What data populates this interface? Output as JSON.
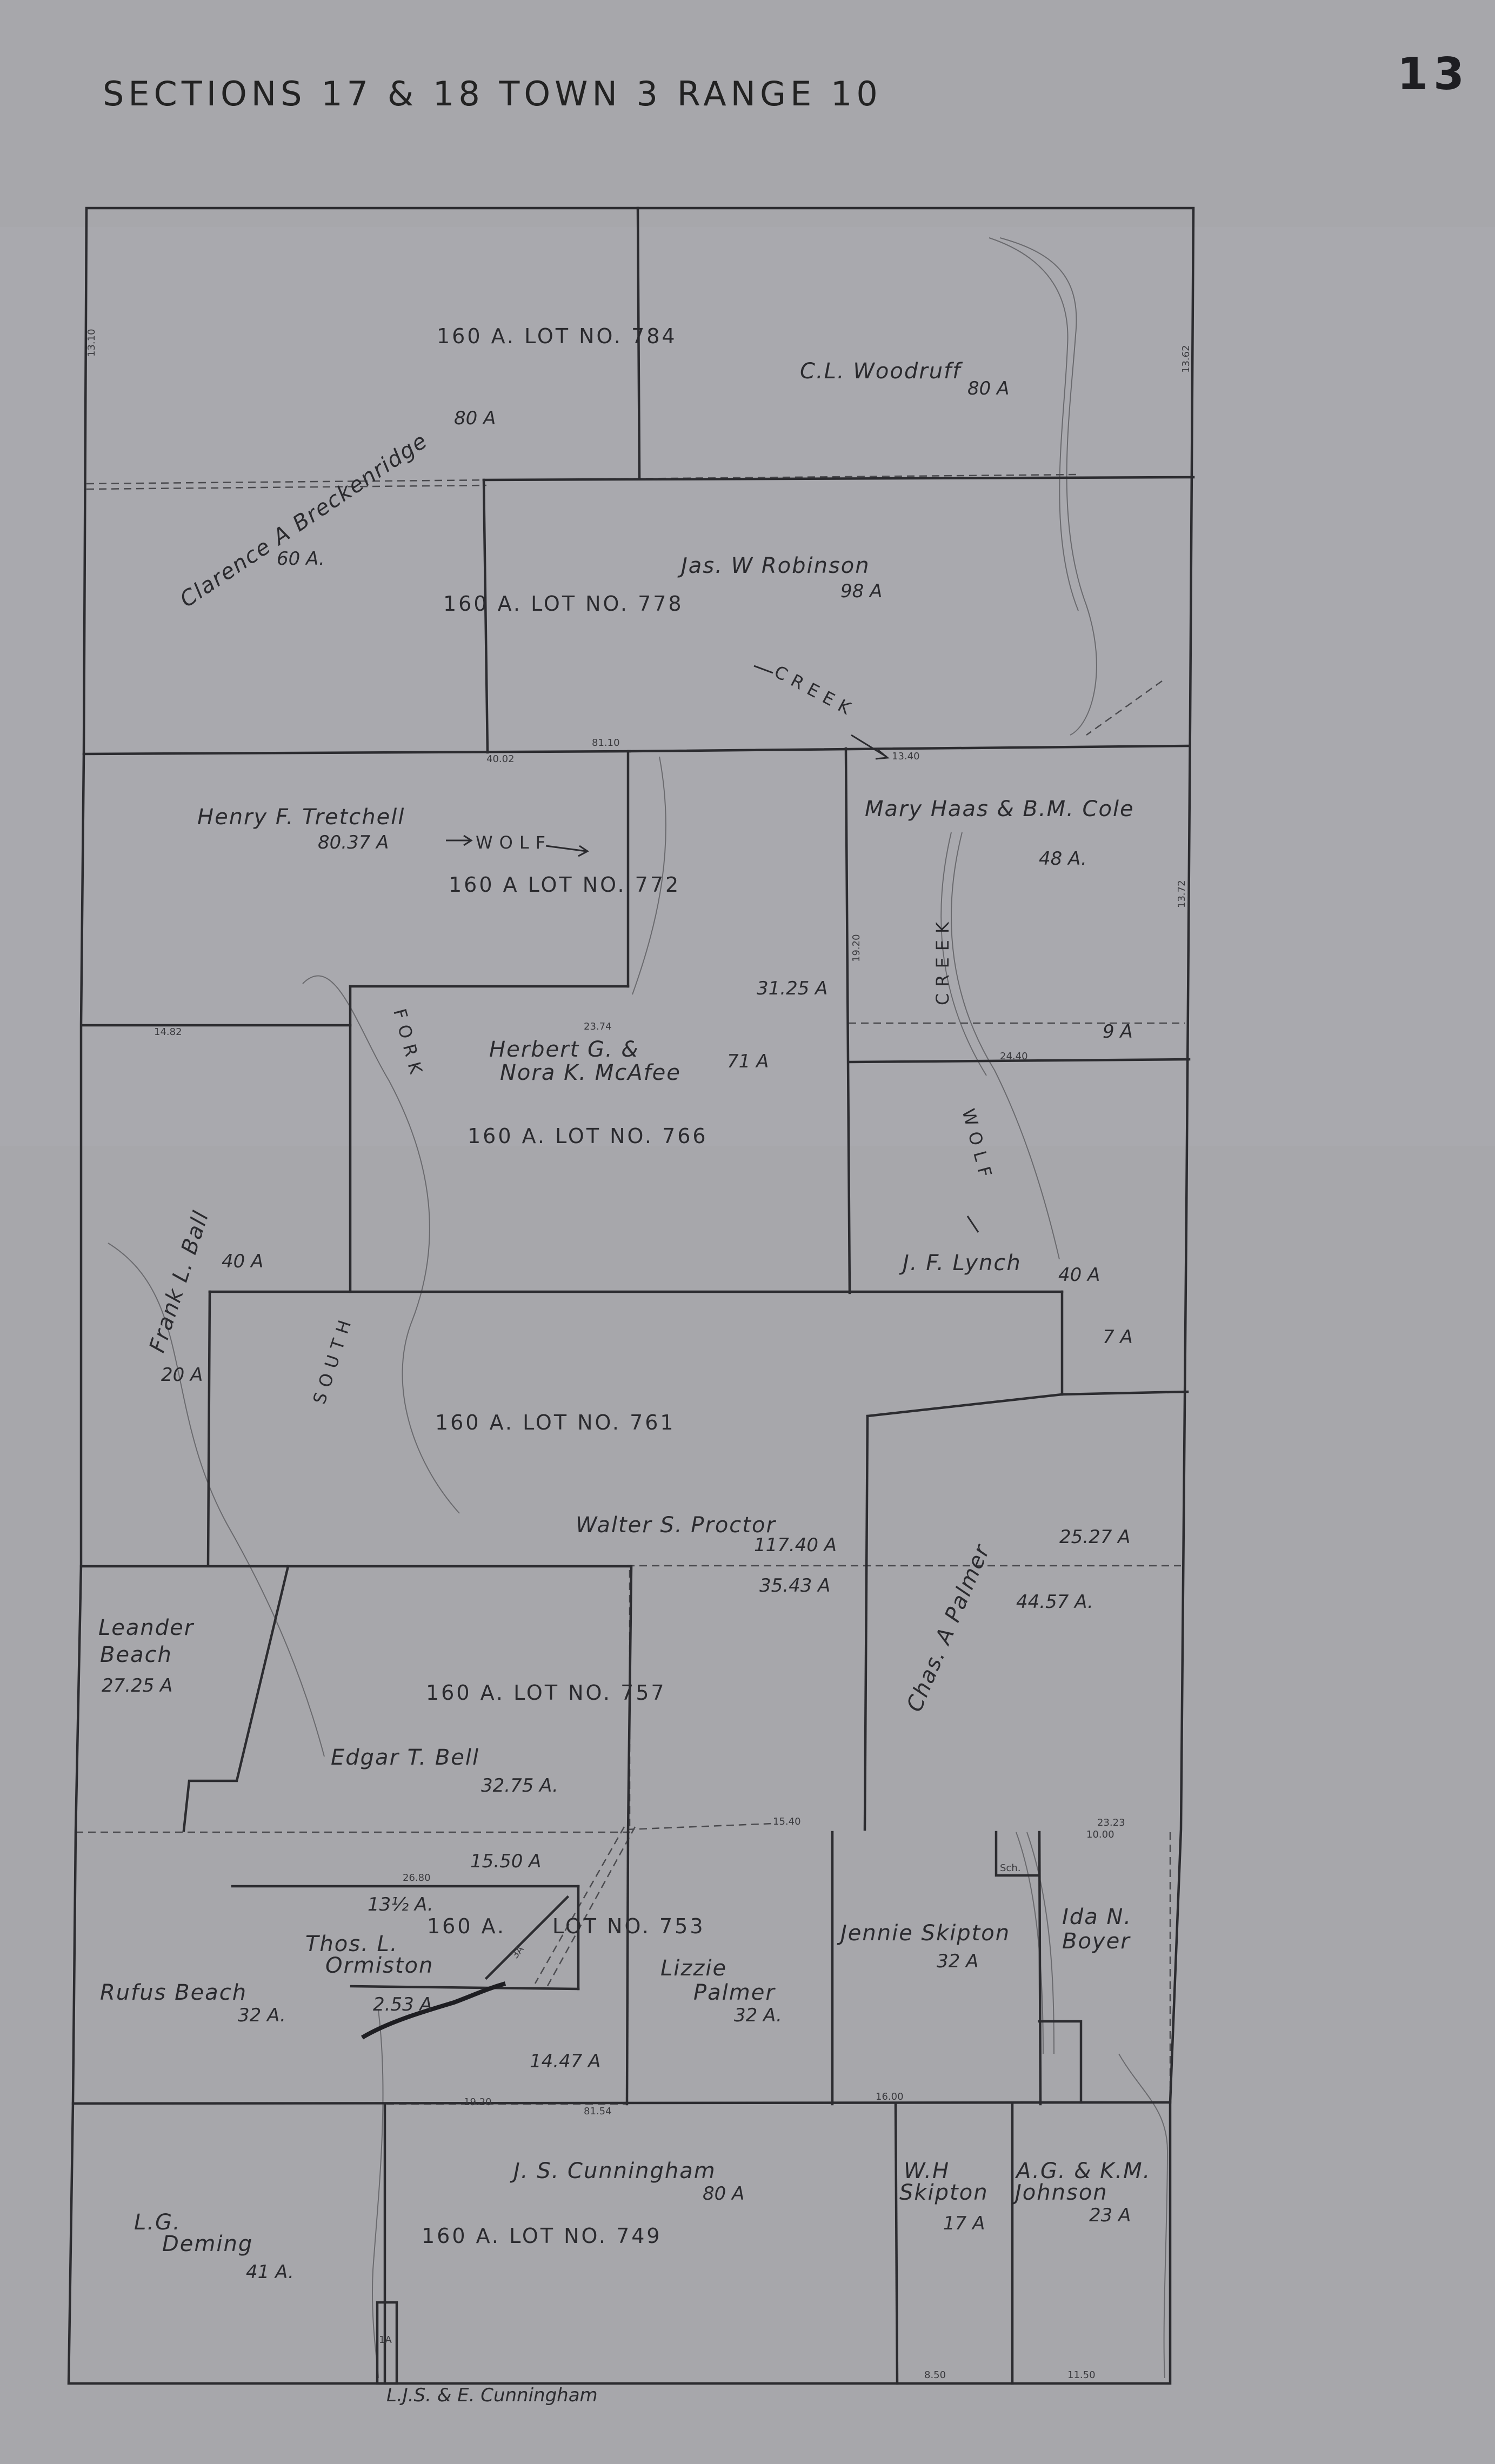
{
  "title": "SECTIONS 17 & 18 TOWN 3 RANGE 10",
  "page_number": "13",
  "lots": {
    "l784": "160 A. LOT NO. 784",
    "l778": "160 A. LOT NO. 778",
    "l772": "160 A LOT NO. 772",
    "l766": "160 A. LOT NO. 766",
    "l761": "160 A. LOT NO. 761",
    "l757": "160 A. LOT NO. 757",
    "l753a": "160 A.",
    "l753b": "LOT NO. 753",
    "l749": "160 A. LOT NO. 749"
  },
  "owners": {
    "breckenridge": "Clarence A Breckenridge",
    "woodruff": "C.L. Woodruff",
    "robinson": "Jas. W Robinson",
    "tretchell": "Henry F. Tretchell",
    "haas": "Mary Haas & B.M. Cole",
    "mcafee1": "Herbert G. &",
    "mcafee2": "Nora K. McAfee",
    "ball": "Frank L. Ball",
    "lynch": "J. F. Lynch",
    "proctor": "Walter S. Proctor",
    "leander1": "Leander",
    "leander2": "Beach",
    "palmer_chas": "Chas. A Palmer",
    "bell": "Edgar T. Bell",
    "ormiston1": "Thos. L.",
    "ormiston2": "Ormiston",
    "rufus": "Rufus Beach",
    "lizzie1": "Lizzie",
    "lizzie2": "Palmer",
    "skipton_j": "Jennie Skipton",
    "boyer1": "Ida N.",
    "boyer2": "Boyer",
    "deming1": "L.G.",
    "deming2": "Deming",
    "cunningham": "J. S. Cunningham",
    "skipton_w1": "W.H",
    "skipton_w2": "Skipton",
    "johnson1": "A.G. & K.M.",
    "johnson2": "Johnson",
    "cunningham_bottom": "L.J.S. & E. Cunningham"
  },
  "acres": {
    "breck80": "80 A",
    "breck60": "60 A.",
    "woodruff": "80 A",
    "robinson": "98 A",
    "tretchell": "80.37 A",
    "haas48": "48 A.",
    "lot772": "31.25 A",
    "haas9": "9 A",
    "mcafee": "71 A",
    "ball40": "40 A",
    "ball20": "20 A",
    "lynch40": "40 A",
    "lynch7": "7 A",
    "proctor117": "117.40 A",
    "proctor35": "35.43 A",
    "palmer25": "25.27 A",
    "palmer44": "44.57 A.",
    "leander": "27.25 A",
    "bell": "32.75 A.",
    "a1550": "15.50 A",
    "a13": "13½ A.",
    "a253": "2.53 A",
    "a1447": "14.47 A",
    "rufus": "32 A.",
    "lizzie": "32 A.",
    "jennie": "32 A",
    "cunningham": "80 A",
    "deming": "41 A.",
    "wh": "17 A",
    "johnson": "23 A",
    "strip": "1A",
    "ormiston_small": "3A"
  },
  "creeks": {
    "creek1": "CREEK",
    "creek2": "CREEK",
    "wolf1": "WOLF",
    "wolf2": "WOLF",
    "fork": "FORK",
    "south": "SOUTH"
  },
  "measures": {
    "m1": "13.10",
    "m2": "13.62",
    "m3": "40.02",
    "m4": "81.10",
    "m5": "13.40",
    "m6": "19.20",
    "m7": "13.72",
    "m8": "24.40",
    "m9": "23.74",
    "m10": "14.82",
    "m11": "26.80",
    "m12": "15.40",
    "m13": "19.20",
    "m14": "16.00",
    "m15": "81.54",
    "m16": "8.50",
    "m17": "11.50",
    "m18": "10.00",
    "m19": "23.23",
    "sch": "Sch."
  }
}
